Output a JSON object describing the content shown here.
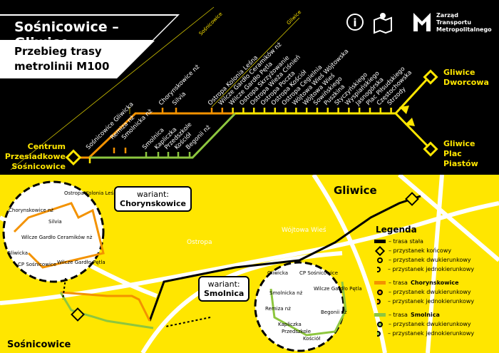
{
  "header": {
    "title": "Sośnicowice – Gliwice",
    "subtitle_line1": "Przebieg trasy",
    "subtitle_line2": "metrolinii M100",
    "info_icon": "info-icon",
    "map_icon": "map-pin-icon",
    "operator": {
      "line1": "Zarząd",
      "line2": "Transportu",
      "line3": "Metropolitalnego"
    }
  },
  "zones": {
    "sosnicowice": "Sośnicowice",
    "gliwice": "Gliwice"
  },
  "terminals": {
    "start": [
      "Centrum",
      "Przesiadkowe",
      "Sośnicowice"
    ],
    "end1": [
      "Gliwice",
      "Dworcowa"
    ],
    "end2": [
      "Gliwice",
      "Plac",
      "Piastów"
    ]
  },
  "orange_stops": [
    "Sośnicowice Gliwicka",
    "Remiza nż",
    "Smolnicka nż",
    "Chorynskowice nż",
    "Silvia"
  ],
  "green_stops": [
    "Smolnica",
    "Kapliczka",
    "Przedszkole",
    "Kościół",
    "Begonii nż"
  ],
  "main_stops": [
    "Ostropa Kolonia Leśna",
    "Wilcze Gardło Ceramików nż",
    "Wilcze Gardło Pętla",
    "Ostropa Skrzyżowanie",
    "Ostropa Wieża Ciśnień",
    "Ostropa Poczta",
    "Ostropa Kościół",
    "Ostropa Cegielnia",
    "Wójtowa Wieś Wójtowska",
    "Wójtowa Wieś",
    "Sowińskiego",
    "Puszkina",
    "Styczyńskiego",
    "Wyspiańskiego",
    "Jasnogórska",
    "Plac Piłsudskiego",
    "Częstochowska",
    "Strzody"
  ],
  "map": {
    "city1": "Gliwice",
    "city2": "Sośnicowice",
    "place1": "Ostropa",
    "place2": "Wójtowa Wieś",
    "variant1": {
      "label": "wariant:",
      "name": "Chorynskowice"
    },
    "variant2": {
      "label": "wariant:",
      "name": "Smolnica"
    },
    "inset1": [
      "Ostropa Kolonia Leśna",
      "Chorynskowice nż",
      "Silvia",
      "Wilcze Gardło Ceramików nż",
      "Gliwicka",
      "CP Sośnicowice",
      "Wilcze Gardło Pętla"
    ],
    "inset2": [
      "Gliwicka",
      "CP Sośnicowice",
      "Smolnicka nż",
      "Wilcze Gardło Pętla",
      "Remiza nż",
      "Begonii nż",
      "Kapliczka",
      "Przedszkole",
      "Kościół"
    ]
  },
  "legend": {
    "title": "Legenda",
    "fixed": "– trasa stała",
    "terminal": "– przystanek końcowy",
    "two_way": "– przystanek dwukierunkowy",
    "one_way": "– przystanek jednokierunkowy",
    "route_prefix": "– trasa",
    "route1": "Chorynskowice",
    "route2": "Smolnica",
    "colors": {
      "main": "#000000",
      "orange": "#f39200",
      "green": "#8dc63f",
      "yellow": "#ffe600"
    }
  }
}
